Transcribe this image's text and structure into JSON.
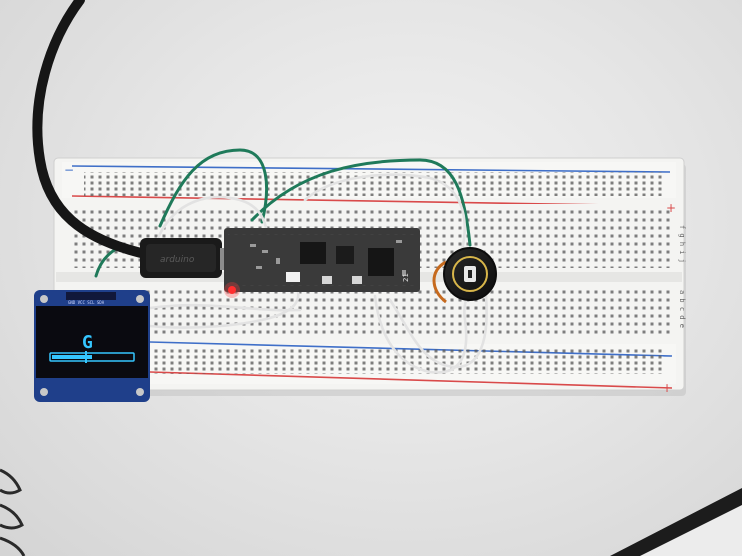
{
  "breadboard": {
    "rail_minus": "−",
    "rail_plus": "+",
    "column_letters_right": "f g h i j",
    "column_letters_left": "a b c d e"
  },
  "mcu_board": {
    "logo_text": "arduino",
    "pin_label": "21"
  },
  "oled": {
    "display_char": "G",
    "pin_labels": "GND VCC SCL SDA"
  },
  "colors": {
    "breadboard": "#f4f4f2",
    "rail_red": "#d94a4a",
    "rail_blue": "#3f6fc8",
    "wire_green": "#1f7a5a",
    "wire_white": "#e2e2e2",
    "oled_pcb": "#1f3f8a",
    "oled_text": "#35c6ff",
    "mcu_pcb": "#3a3a3a"
  },
  "icons": {
    "status_led": "red-led-icon",
    "usb_cable": "usb-cable-icon",
    "sensor": "heart-rate-sensor-icon"
  }
}
